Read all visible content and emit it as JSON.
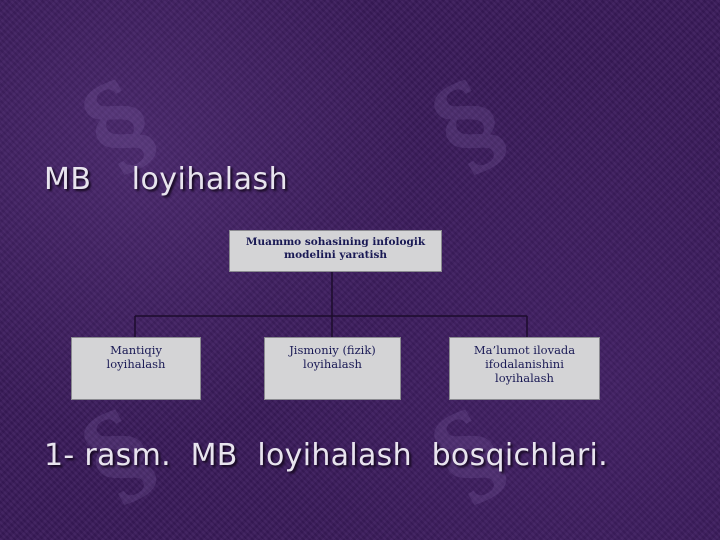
{
  "heading": "MB    loyihalash",
  "diagram": {
    "root": "Muammo sohasining infologik modelini yaratish",
    "children": [
      "Mantiqiy loyihalash",
      "Jismoniy (fizik) loyihalash",
      "Ma’lumot ilovada ifodalanishini loyihalash"
    ]
  },
  "caption": "1- rasm.  MB  loyihalash  bosqichlari.",
  "colors": {
    "background": "#3a1b5b",
    "box": "#d4d4d6",
    "box_text": "#1a1a55",
    "title_text": "#e8e4ee"
  }
}
